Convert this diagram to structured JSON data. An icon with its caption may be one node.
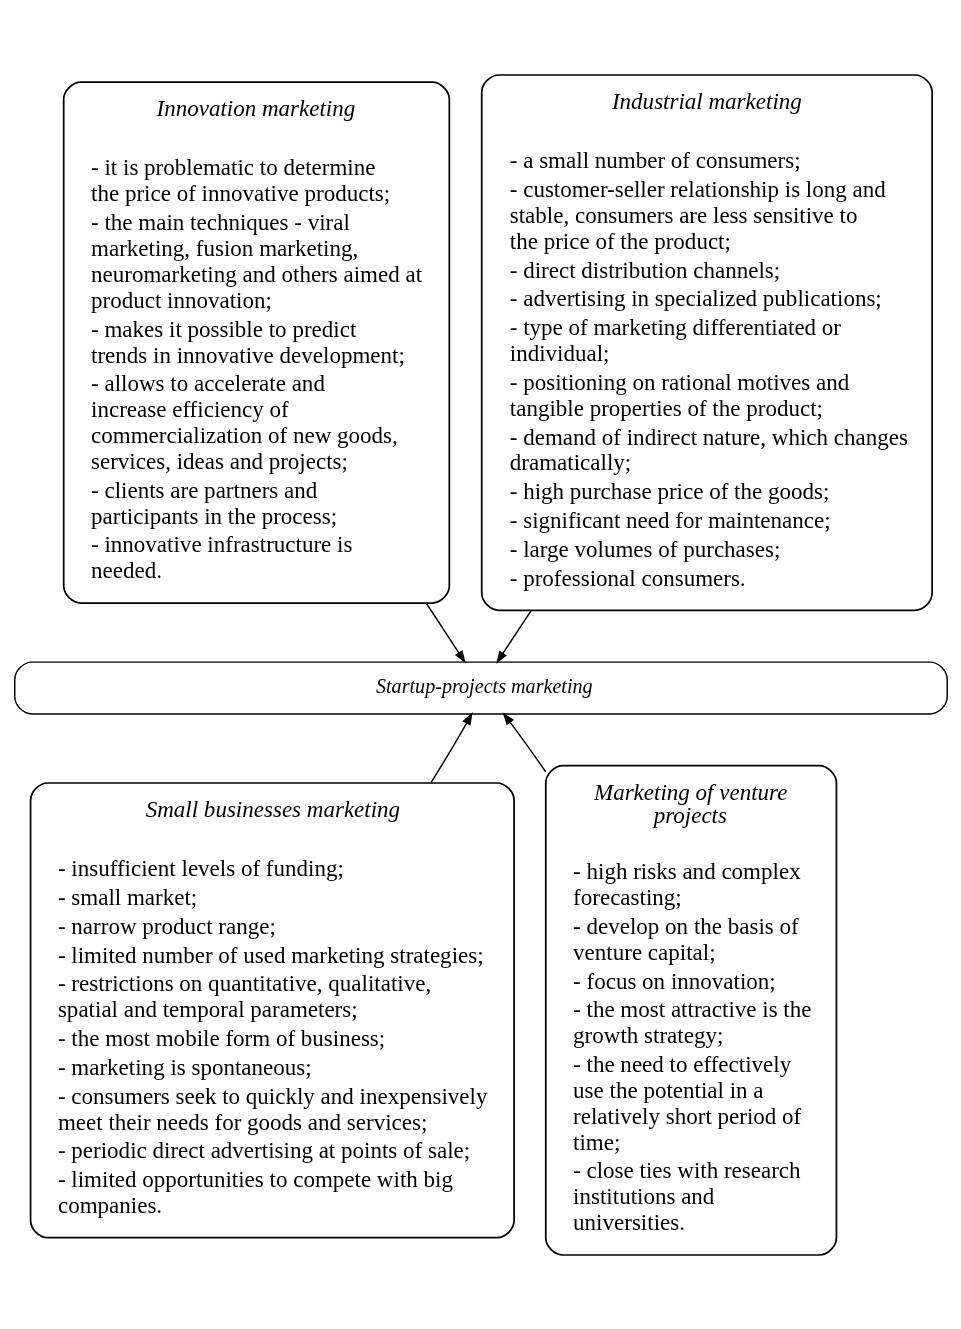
{
  "diagram": {
    "nodes": [
      {
        "text": [
          "Innovation marketing",
          "- it is problematic to determine the price of innovative products;",
          "- the main techniques - viral marketing, fusion marketing, neuromarketing and others aimed at product innovation;",
          "- makes it possible to predict trends in innovative development;",
          "- allows to accelerate and increase efficiency of commercialization of new goods, services, ideas and projects;",
          "- clients are partners and participants in the process;",
          "- innovative infrastructure is needed."
        ]
      },
      {
        "text": [
          "Industrial marketing",
          "- a small number of consumers;",
          "- customer-seller relationship is long and stable, consumers are less sensitive to the price of the product;",
          "- direct distribution channels;",
          "- advertising in specialized publications;",
          "- type of marketing differentiated or individual;",
          "- positioning on rational motives and tangible properties of the product;",
          "- demand of indirect nature, which changes dramatically;",
          "- high purchase price of the goods;",
          "- significant need for maintenance;",
          "- large volumes of purchases;",
          "- professional consumers."
        ]
      },
      {
        "text": [
          "Startup-projects marketing"
        ]
      },
      {
        "text": [
          "Small businesses marketing",
          "- insufficient levels of funding;",
          "- small market;",
          "- narrow product range;",
          "- limited number of used marketing strategies;",
          "- restrictions on quantitative, qualitative, spatial and temporal parameters;",
          "- the most mobile form of business;",
          "- marketing is spontaneous;",
          "- consumers seek to quickly and inexpensively meet their needs for goods and services;",
          "- periodic direct advertising at points of sale;",
          "- limited opportunities to compete with big companies."
        ]
      },
      {
        "text": [
          "Marketing of venture projects",
          "- high risks and complex forecasting;",
          "- develop on the basis of venture capital;",
          "- focus on innovation;",
          "- the most attractive is the growth strategy;",
          "- the need to effectively use the potential in a relatively short period of time;",
          "- close ties with research institutions and universities."
        ]
      }
    ],
    "edges": [
      {
        "from": 0,
        "to": 2,
        "arrow": "to"
      },
      {
        "from": 1,
        "to": 2,
        "arrow": "to"
      },
      {
        "from": 3,
        "to": 2,
        "arrow": "to"
      },
      {
        "from": 4,
        "to": 2,
        "arrow": "to"
      }
    ]
  }
}
